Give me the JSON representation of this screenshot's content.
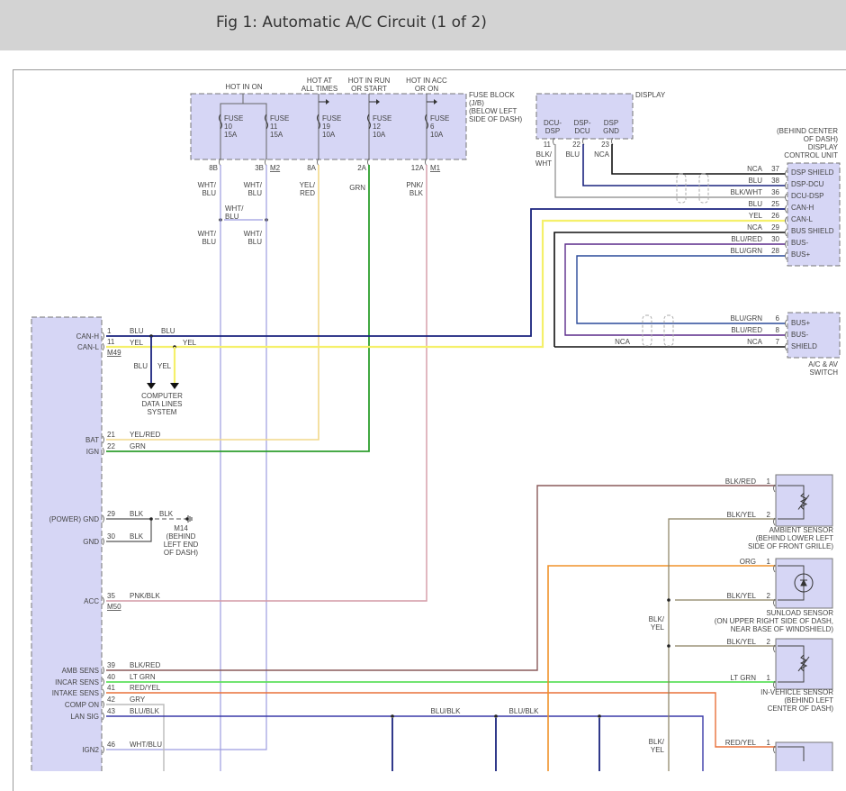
{
  "header": {
    "title": "Fig 1: Automatic A/C Circuit (1 of 2)"
  },
  "fuse_block": {
    "label_lines": [
      "FUSE BLOCK",
      "(J/B)",
      "(BELOW LEFT",
      "SIDE OF DASH)"
    ],
    "hot_labels": [
      {
        "lines": [
          "HOT IN ON"
        ]
      },
      {
        "lines": [
          "HOT AT",
          "ALL TIMES"
        ]
      },
      {
        "lines": [
          "HOT IN RUN",
          "OR START"
        ]
      },
      {
        "lines": [
          "HOT IN ACC",
          "OR ON"
        ]
      }
    ],
    "fuses": [
      {
        "name": "FUSE",
        "number": "10",
        "rating": "15A",
        "terminal": "8B",
        "wire": [
          "WHT/",
          "BLU"
        ]
      },
      {
        "name": "FUSE",
        "number": "11",
        "rating": "15A",
        "terminal": "3B",
        "connector": "M2",
        "wire": [
          "WHT/",
          "BLU"
        ]
      },
      {
        "name": "FUSE",
        "number": "19",
        "rating": "10A",
        "terminal": "8A",
        "wire": [
          "YEL/",
          "RED"
        ]
      },
      {
        "name": "FUSE",
        "number": "12",
        "rating": "10A",
        "terminal": "2A",
        "wire": [
          "GRN"
        ]
      },
      {
        "name": "FUSE",
        "number": "6",
        "rating": "10A",
        "terminal": "12A",
        "connector": "M1",
        "wire": [
          "PNK/",
          "BLK"
        ]
      }
    ],
    "splice_wire": [
      "WHT/",
      "BLU"
    ],
    "lower_wires": [
      [
        "WHT/",
        "BLU"
      ],
      [
        "WHT/",
        "BLU"
      ]
    ]
  },
  "display": {
    "label": "DISPLAY",
    "pins": [
      {
        "name": [
          "DCU-",
          "DSP"
        ],
        "number": "11",
        "wire": [
          "BLK/",
          "WHT"
        ]
      },
      {
        "name": [
          "DSP-",
          "DCU"
        ],
        "number": "22",
        "wire": [
          "BLU"
        ]
      },
      {
        "name": [
          "DSP",
          "GND"
        ],
        "number": "23",
        "wire": [
          "NCA"
        ]
      }
    ]
  },
  "display_control_unit": {
    "label_lines": [
      "(BEHIND CENTER",
      "OF DASH)",
      "DISPLAY",
      "CONTROL UNIT"
    ],
    "pins": [
      {
        "wire": "NCA",
        "number": "37",
        "name": "DSP SHIELD"
      },
      {
        "wire": "BLU",
        "number": "38",
        "name": "DSP-DCU"
      },
      {
        "wire": "BLK/WHT",
        "number": "36",
        "name": "DCU-DSP"
      },
      {
        "wire": "BLU",
        "number": "25",
        "name": "CAN-H"
      },
      {
        "wire": "YEL",
        "number": "26",
        "name": "CAN-L"
      },
      {
        "wire": "NCA",
        "number": "29",
        "name": "BUS SHIELD"
      },
      {
        "wire": "BLU/RED",
        "number": "30",
        "name": "BUS-"
      },
      {
        "wire": "BLU/GRN",
        "number": "28",
        "name": "BUS+"
      }
    ]
  },
  "ac_av_switch": {
    "label_lines": [
      "A/C & AV",
      "SWITCH"
    ],
    "pins": [
      {
        "wire": "BLU/GRN",
        "number": "6",
        "name": "BUS+"
      },
      {
        "wire": "BLU/RED",
        "number": "8",
        "name": "BUS-"
      },
      {
        "wire": "NCA",
        "number": "7",
        "name": "SHIELD"
      }
    ],
    "shield_left_label": "NCA"
  },
  "control_module": {
    "pins": [
      {
        "name": "CAN-H",
        "number": "1",
        "wire": "BLU"
      },
      {
        "name": "CAN-L",
        "number": "11",
        "wire": "YEL",
        "connector": "M49"
      },
      {
        "name": "BAT",
        "number": "21",
        "wire": "YEL/RED"
      },
      {
        "name": "IGN",
        "number": "22",
        "wire": "GRN"
      },
      {
        "name": "(POWER) GND",
        "number": "29",
        "wire": "BLK"
      },
      {
        "name": "GND",
        "number": "30",
        "wire": "BLK"
      },
      {
        "name": "ACC",
        "number": "35",
        "wire": "PNK/BLK",
        "connector": "M50"
      },
      {
        "name": "AMB SENS",
        "number": "39",
        "wire": "BLK/RED"
      },
      {
        "name": "INCAR SENS",
        "number": "40",
        "wire": "LT GRN"
      },
      {
        "name": "INTAKE SENS",
        "number": "41",
        "wire": "RED/YEL"
      },
      {
        "name": "COMP ON",
        "number": "42",
        "wire": "GRY"
      },
      {
        "name": "LAN SIG",
        "number": "43",
        "wire": "BLU/BLK"
      },
      {
        "name": "IGN2",
        "number": "46",
        "wire": "WHT/BLU"
      }
    ]
  },
  "can_branch": {
    "blu_label": "BLU",
    "yel_label": "YEL",
    "blu_label2": "BLU",
    "yel_label2": "YEL",
    "dest_lines": [
      "COMPUTER",
      "DATA LINES",
      "SYSTEM"
    ]
  },
  "ground": {
    "wire": "BLK",
    "id": "M14",
    "location_lines": [
      "(BEHIND",
      "LEFT END",
      "OF DASH)"
    ]
  },
  "lan_labels": [
    "BLU/BLK",
    "BLU/BLK"
  ],
  "blk_yel_label": [
    "BLK/",
    "YEL"
  ],
  "sensors": {
    "ambient": {
      "label_lines": [
        "AMBIENT SENSOR",
        "(BEHIND LOWER LEFT",
        "SIDE OF FRONT GRILLE)"
      ],
      "pins": [
        {
          "wire": "BLK/RED",
          "number": "1"
        },
        {
          "wire": "BLK/YEL",
          "number": "2"
        }
      ]
    },
    "sunload": {
      "label_lines": [
        "SUNLOAD SENSOR",
        "(ON UPPER RIGHT SIDE OF DASH,",
        "NEAR BASE OF WINDSHIELD)"
      ],
      "pins": [
        {
          "wire": "ORG",
          "number": "1"
        },
        {
          "wire": "BLK/YEL",
          "number": "2"
        }
      ]
    },
    "in_vehicle": {
      "label_lines": [
        "IN-VEHICLE SENSOR",
        "(BEHIND LEFT",
        "CENTER OF DASH)"
      ],
      "pins": [
        {
          "wire": "BLK/YEL",
          "number": "2"
        },
        {
          "wire": "LT GRN",
          "number": "1"
        }
      ]
    },
    "intake": {
      "pins": [
        {
          "wire": "RED/YEL",
          "number": "1"
        }
      ]
    }
  },
  "colors": {
    "blu": "#1a237e",
    "yel": "#f5f06a",
    "yel_red": "#f2d98a",
    "grn": "#2e9e2e",
    "lt_grn": "#5ee05e",
    "pnk_blk": "#d49aa6",
    "wht_blu": "#9c9ce0",
    "blk": "#111111",
    "blk_wht": "#888888",
    "blk_red": "#8a5a5a",
    "blk_yel": "#8a8060",
    "red_yel": "#e8703a",
    "org": "#f0922a",
    "gry": "#bbbbbb",
    "blu_blk": "#3a3aa8",
    "blu_red": "#5a2a8a",
    "blu_grn": "#2a4a9a",
    "component_fill": "#d6d6f5"
  }
}
